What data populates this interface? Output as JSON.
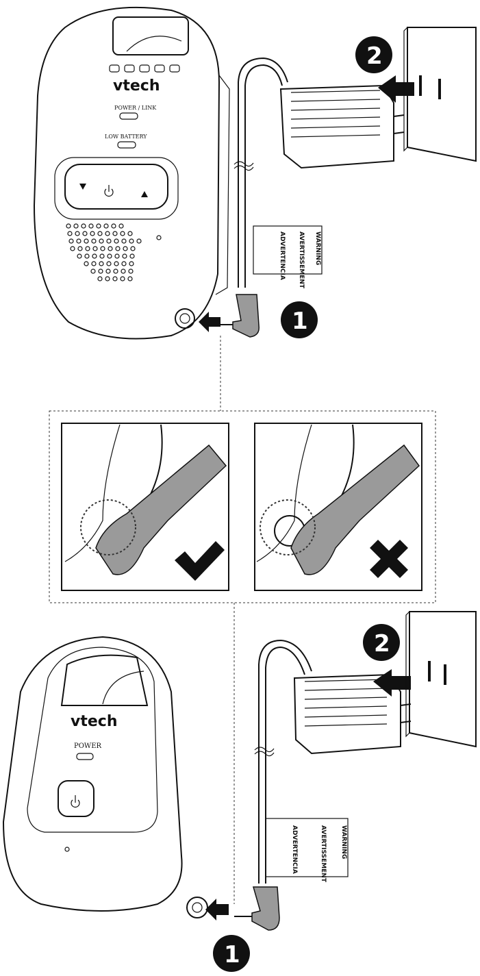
{
  "top_unit": {
    "brand": "vtech",
    "power_link_label": "POWER / LINK",
    "low_battery_label": "LOW BATTERY",
    "button_icons": [
      "triangle-down-icon",
      "power-icon",
      "triangle-up-icon"
    ]
  },
  "bottom_unit": {
    "brand": "vtech",
    "power_label": "POWER",
    "button_icons": [
      "power-icon"
    ]
  },
  "warning_tag": {
    "warning": "WARNING",
    "avertissement": "AVERTISSEMENT",
    "advertencia": "ADVERTENCIA"
  },
  "steps": {
    "step1": "1",
    "step2": "2"
  },
  "comparison": {
    "correct_icon": "checkmark-icon",
    "incorrect_icon": "x-icon"
  },
  "colors": {
    "line": "#111111",
    "plug_gray": "#9a9a9a",
    "badge": "#111111"
  }
}
